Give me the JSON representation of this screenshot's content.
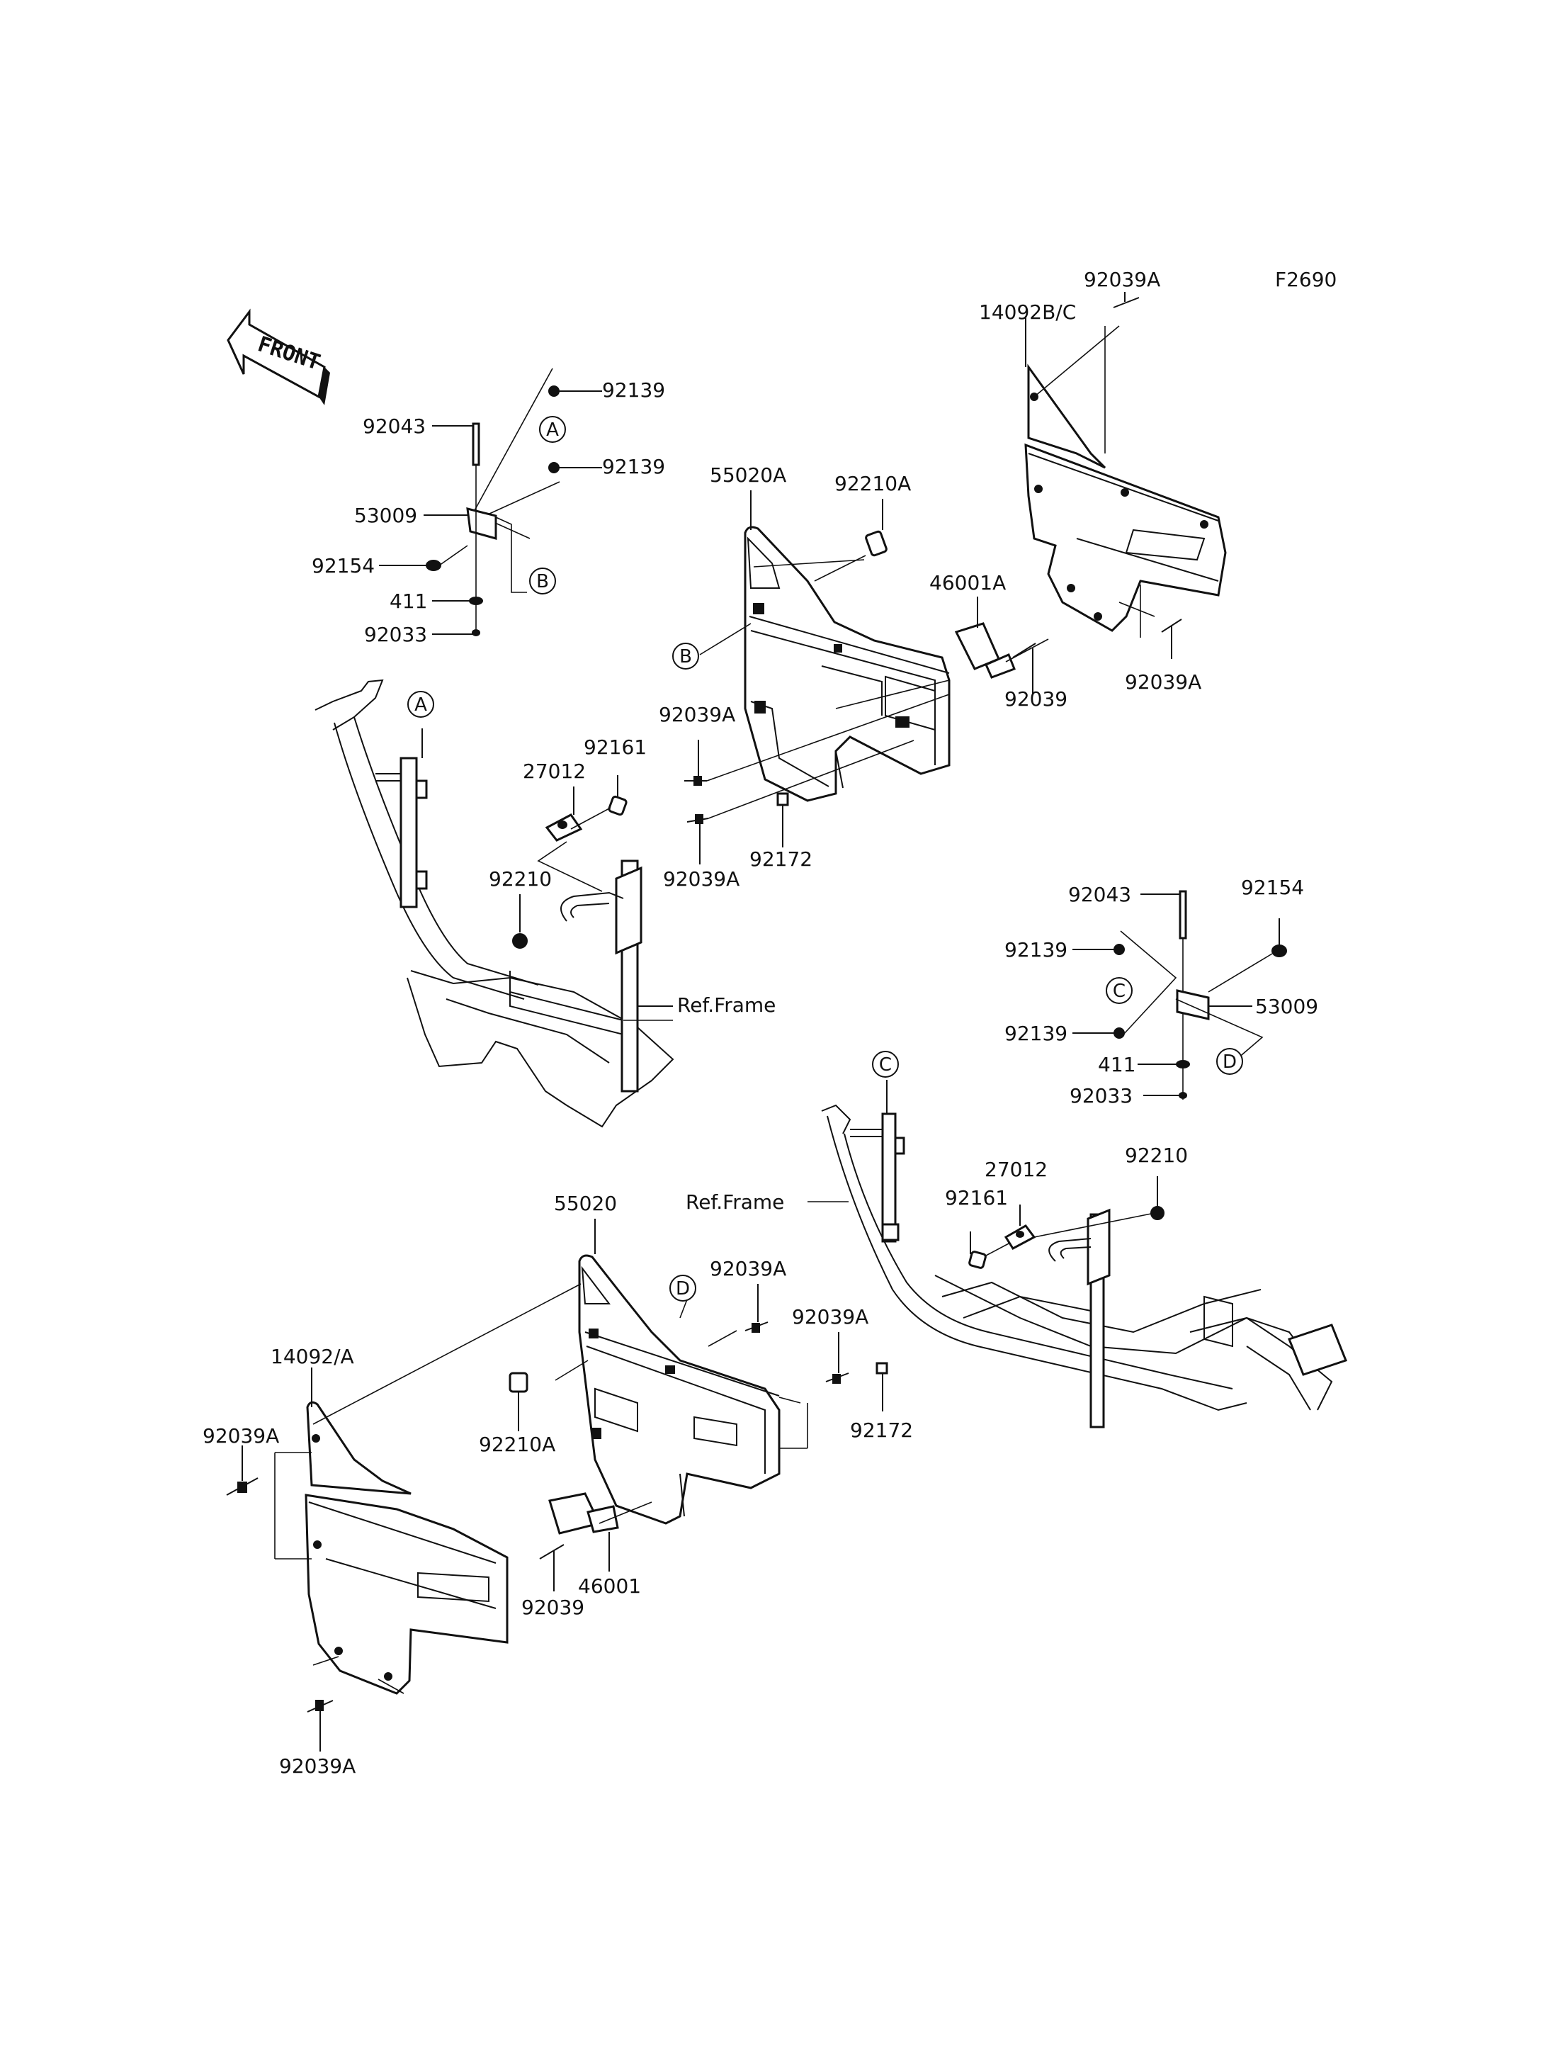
{
  "figure_code": "F2690",
  "front_label": "FRONT",
  "ref_frame_label": "Ref.Frame",
  "callout_letters": [
    "A",
    "B",
    "C",
    "D"
  ],
  "parts_left": {
    "p92139_top": "92139",
    "p92043": "92043",
    "p92139_mid": "92139",
    "p53009": "53009",
    "p92154": "92154",
    "p411": "411",
    "p92033": "92033",
    "p92161": "92161",
    "p27012": "27012",
    "p92210": "92210"
  },
  "parts_upper_door": {
    "p55020A": "55020A",
    "p92210A": "92210A",
    "p46001A": "46001A",
    "p92039": "92039",
    "p92039A_a": "92039A",
    "p92039A_b": "92039A",
    "p92172": "92172"
  },
  "parts_upper_panel": {
    "p14092BC": "14092B/C",
    "p92039A_top": "92039A",
    "p92039A_bottom": "92039A"
  },
  "parts_right": {
    "p92043": "92043",
    "p92154": "92154",
    "p92139_a": "92139",
    "p53009": "53009",
    "p92139_b": "92139",
    "p411": "411",
    "p92033": "92033",
    "p27012": "27012",
    "p92210": "92210",
    "p92161": "92161"
  },
  "parts_lower_door": {
    "p55020": "55020",
    "p92039A_a": "92039A",
    "p92039A_b": "92039A",
    "p92172": "92172",
    "p92210A": "92210A",
    "p46001": "46001",
    "p92039": "92039"
  },
  "parts_lower_panel": {
    "p14092A": "14092/A",
    "p92039A_side": "92039A",
    "p92039A_bottom": "92039A"
  }
}
